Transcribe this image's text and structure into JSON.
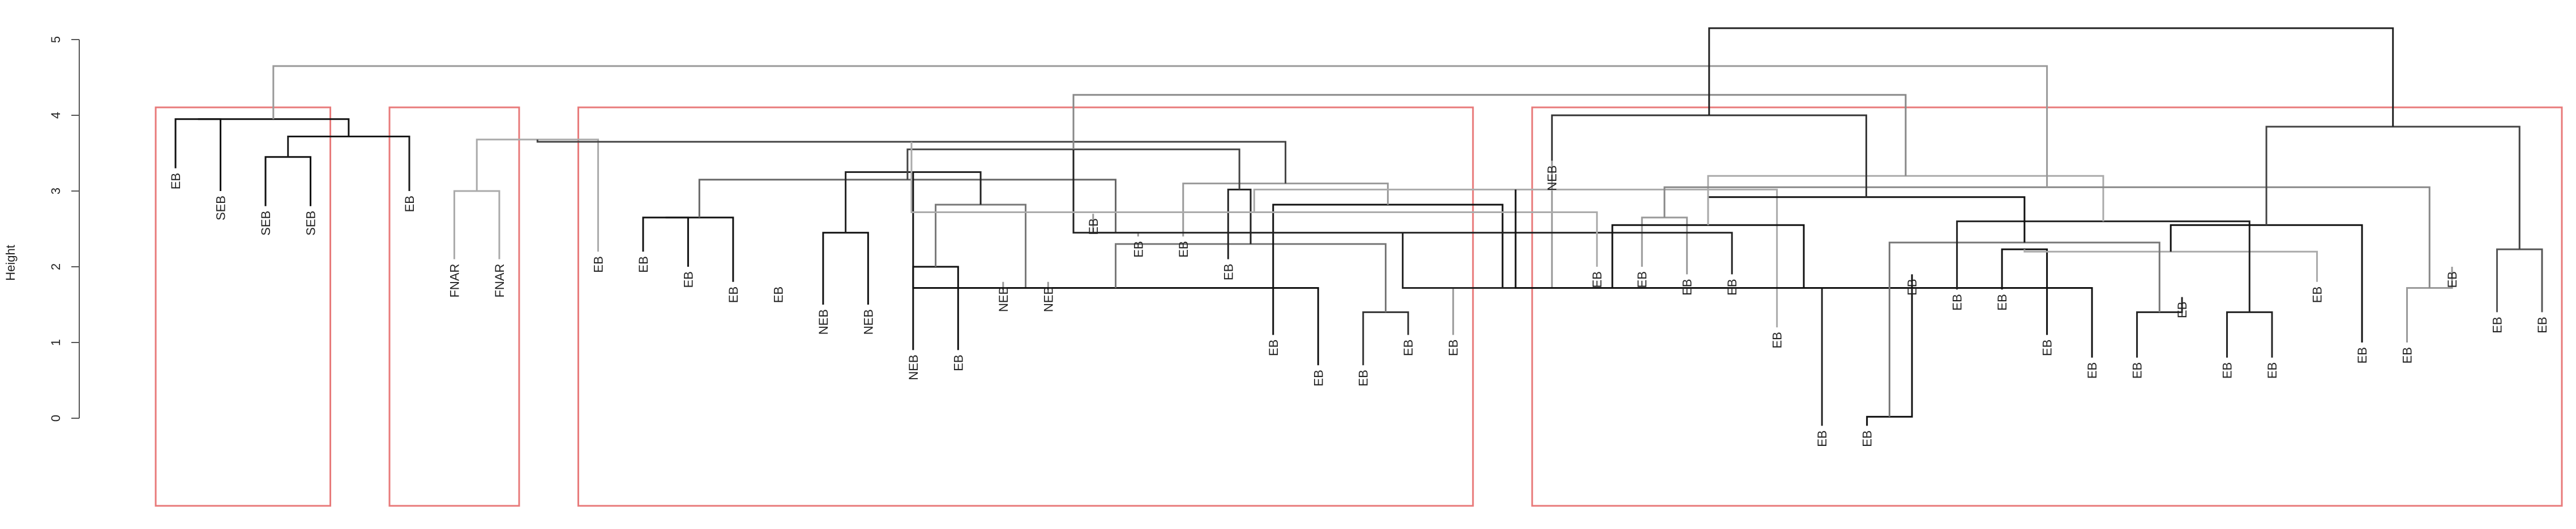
{
  "chart_data": {
    "type": "dendrogram",
    "ylabel": "Height",
    "ylim": [
      0,
      5
    ],
    "yticks": [
      "0",
      "1",
      "2",
      "3",
      "4",
      "5"
    ],
    "leaves": [
      {
        "label": "EB",
        "h": 3.3
      },
      {
        "label": "SEB",
        "h": 3.0
      },
      {
        "label": "SEB",
        "h": 2.8
      },
      {
        "label": "SEB",
        "h": 2.8
      },
      {
        "label": "EB",
        "h": 3.0
      },
      {
        "label": "FNAR",
        "h": 2.1
      },
      {
        "label": "FNAR",
        "h": 2.1
      },
      {
        "label": "EB",
        "h": 2.2
      },
      {
        "label": "EB",
        "h": 2.2
      },
      {
        "label": "EB",
        "h": 2.0
      },
      {
        "label": "EB",
        "h": 1.8
      },
      {
        "label": "EB",
        "h": 1.8
      },
      {
        "label": "NEB",
        "h": 1.5
      },
      {
        "label": "NEB",
        "h": 1.5
      },
      {
        "label": "NEB",
        "h": 0.9
      },
      {
        "label": "EB",
        "h": 0.9
      },
      {
        "label": "NEB",
        "h": 1.8
      },
      {
        "label": "NEB",
        "h": 1.8
      },
      {
        "label": "EB",
        "h": 2.7
      },
      {
        "label": "EB",
        "h": 2.4
      },
      {
        "label": "EB",
        "h": 2.4
      },
      {
        "label": "EB",
        "h": 2.1
      },
      {
        "label": "EB",
        "h": 1.1
      },
      {
        "label": "EB",
        "h": 0.7
      },
      {
        "label": "EB",
        "h": 0.7
      },
      {
        "label": "EB",
        "h": 1.1
      },
      {
        "label": "EB",
        "h": 1.1
      },
      {
        "label": "NEB",
        "h": 3.4
      },
      {
        "label": "EB",
        "h": 2.0
      },
      {
        "label": "EB",
        "h": 2.0
      },
      {
        "label": "EB",
        "h": 1.9
      },
      {
        "label": "EB",
        "h": 1.9
      },
      {
        "label": "EB",
        "h": 1.2
      },
      {
        "label": "EB",
        "h": -0.1
      },
      {
        "label": "EB",
        "h": -0.1
      },
      {
        "label": "EB",
        "h": 1.9
      },
      {
        "label": "EB",
        "h": 1.7
      },
      {
        "label": "EB",
        "h": 1.7
      },
      {
        "label": "EB",
        "h": 1.1
      },
      {
        "label": "EB",
        "h": 0.8
      },
      {
        "label": "EB",
        "h": 0.8
      },
      {
        "label": "EB",
        "h": 1.6
      },
      {
        "label": "EB",
        "h": 0.8
      },
      {
        "label": "EB",
        "h": 0.8
      },
      {
        "label": "EB",
        "h": 1.8
      },
      {
        "label": "EB",
        "h": 1.0
      },
      {
        "label": "EB",
        "h": 1.0
      },
      {
        "label": "EB",
        "h": 2.0
      },
      {
        "label": "EB",
        "h": 1.4
      },
      {
        "label": "EB",
        "h": 1.4
      }
    ],
    "merges": [
      [
        0,
        1,
        3.95
      ],
      [
        2,
        3,
        3.45
      ],
      [
        -2,
        4,
        3.72
      ],
      [
        -1,
        -3,
        3.95
      ],
      [
        5,
        6,
        3.0
      ],
      [
        7,
        -5,
        3.68
      ],
      [
        8,
        9,
        2.65
      ],
      [
        12,
        13,
        2.45
      ],
      [
        10,
        -7,
        2.65
      ],
      [
        14,
        15,
        2.0
      ],
      [
        16,
        17,
        1.72
      ],
      [
        18,
        19,
        2.45
      ],
      [
        -10,
        -11,
        2.82
      ],
      [
        -9,
        -12,
        3.15
      ],
      [
        -8,
        -13,
        3.25
      ],
      [
        24,
        25,
        1.4
      ],
      [
        23,
        -15,
        1.72
      ],
      [
        26,
        27,
        1.72
      ],
      [
        -16,
        -17,
        2.3
      ],
      [
        22,
        -18,
        2.82
      ],
      [
        21,
        -19,
        3.02
      ],
      [
        20,
        -20,
        3.1
      ],
      [
        -14,
        -21,
        3.55
      ],
      [
        -6,
        -22,
        3.65
      ],
      [
        29,
        30,
        2.65
      ],
      [
        31,
        -23,
        2.45
      ],
      [
        28,
        -24,
        2.72
      ],
      [
        34,
        35,
        0.02
      ],
      [
        33,
        -26,
        1.72
      ],
      [
        32,
        -27,
        3.02
      ],
      [
        37,
        38,
        2.23
      ],
      [
        40,
        41,
        1.4
      ],
      [
        39,
        -30,
        1.72
      ],
      [
        42,
        43,
        1.4
      ],
      [
        44,
        -31,
        2.2
      ],
      [
        -28,
        -32,
        2.32
      ],
      [
        -29,
        -33,
        2.55
      ],
      [
        36,
        -34,
        2.6
      ],
      [
        46,
        47,
        1.72
      ],
      [
        45,
        -35,
        2.55
      ],
      [
        48,
        49,
        2.23
      ],
      [
        -36,
        -37,
        2.92
      ],
      [
        -37,
        -38,
        3.2
      ],
      [
        -25,
        -39,
        3.05
      ],
      [
        -40,
        -41,
        3.85
      ],
      [
        27,
        -42,
        4.0
      ],
      [
        -23,
        -43,
        4.27
      ],
      [
        -4,
        -44,
        4.65
      ],
      [
        -45,
        -46,
        5.15
      ]
    ],
    "clusters": [
      [
        0,
        3
      ],
      [
        4,
        6
      ],
      [
        7,
        26
      ],
      [
        27,
        49
      ]
    ],
    "merge_line_shades": [
      "#111111",
      "#111111",
      "#1a1a1a",
      "#111111",
      "#aaaaaa",
      "#aaaaaa",
      "#111111",
      "#111111",
      "#111111",
      "#111111",
      "#999999",
      "#999999",
      "#777777",
      "#666666",
      "#222222",
      "#333333",
      "#111111",
      "#999999",
      "#777777",
      "#111111",
      "#222222",
      "#999999",
      "#444444",
      "#444444",
      "#999999",
      "#222222",
      "#aaaaaa",
      "#111111",
      "#222222",
      "#aaaaaa",
      "#111111",
      "#222222",
      "#111111",
      "#222222",
      "#aaaaaa",
      "#777777",
      "#111111",
      "#222222",
      "#999999",
      "#111111",
      "#555555",
      "#111111",
      "#aaaaaa",
      "#888888",
      "#444444",
      "#333333",
      "#888888",
      "#999999",
      "#222222"
    ],
    "colors": {
      "cluster_box": "#e87a7a",
      "axis": "#555555",
      "text": "#222222"
    }
  }
}
